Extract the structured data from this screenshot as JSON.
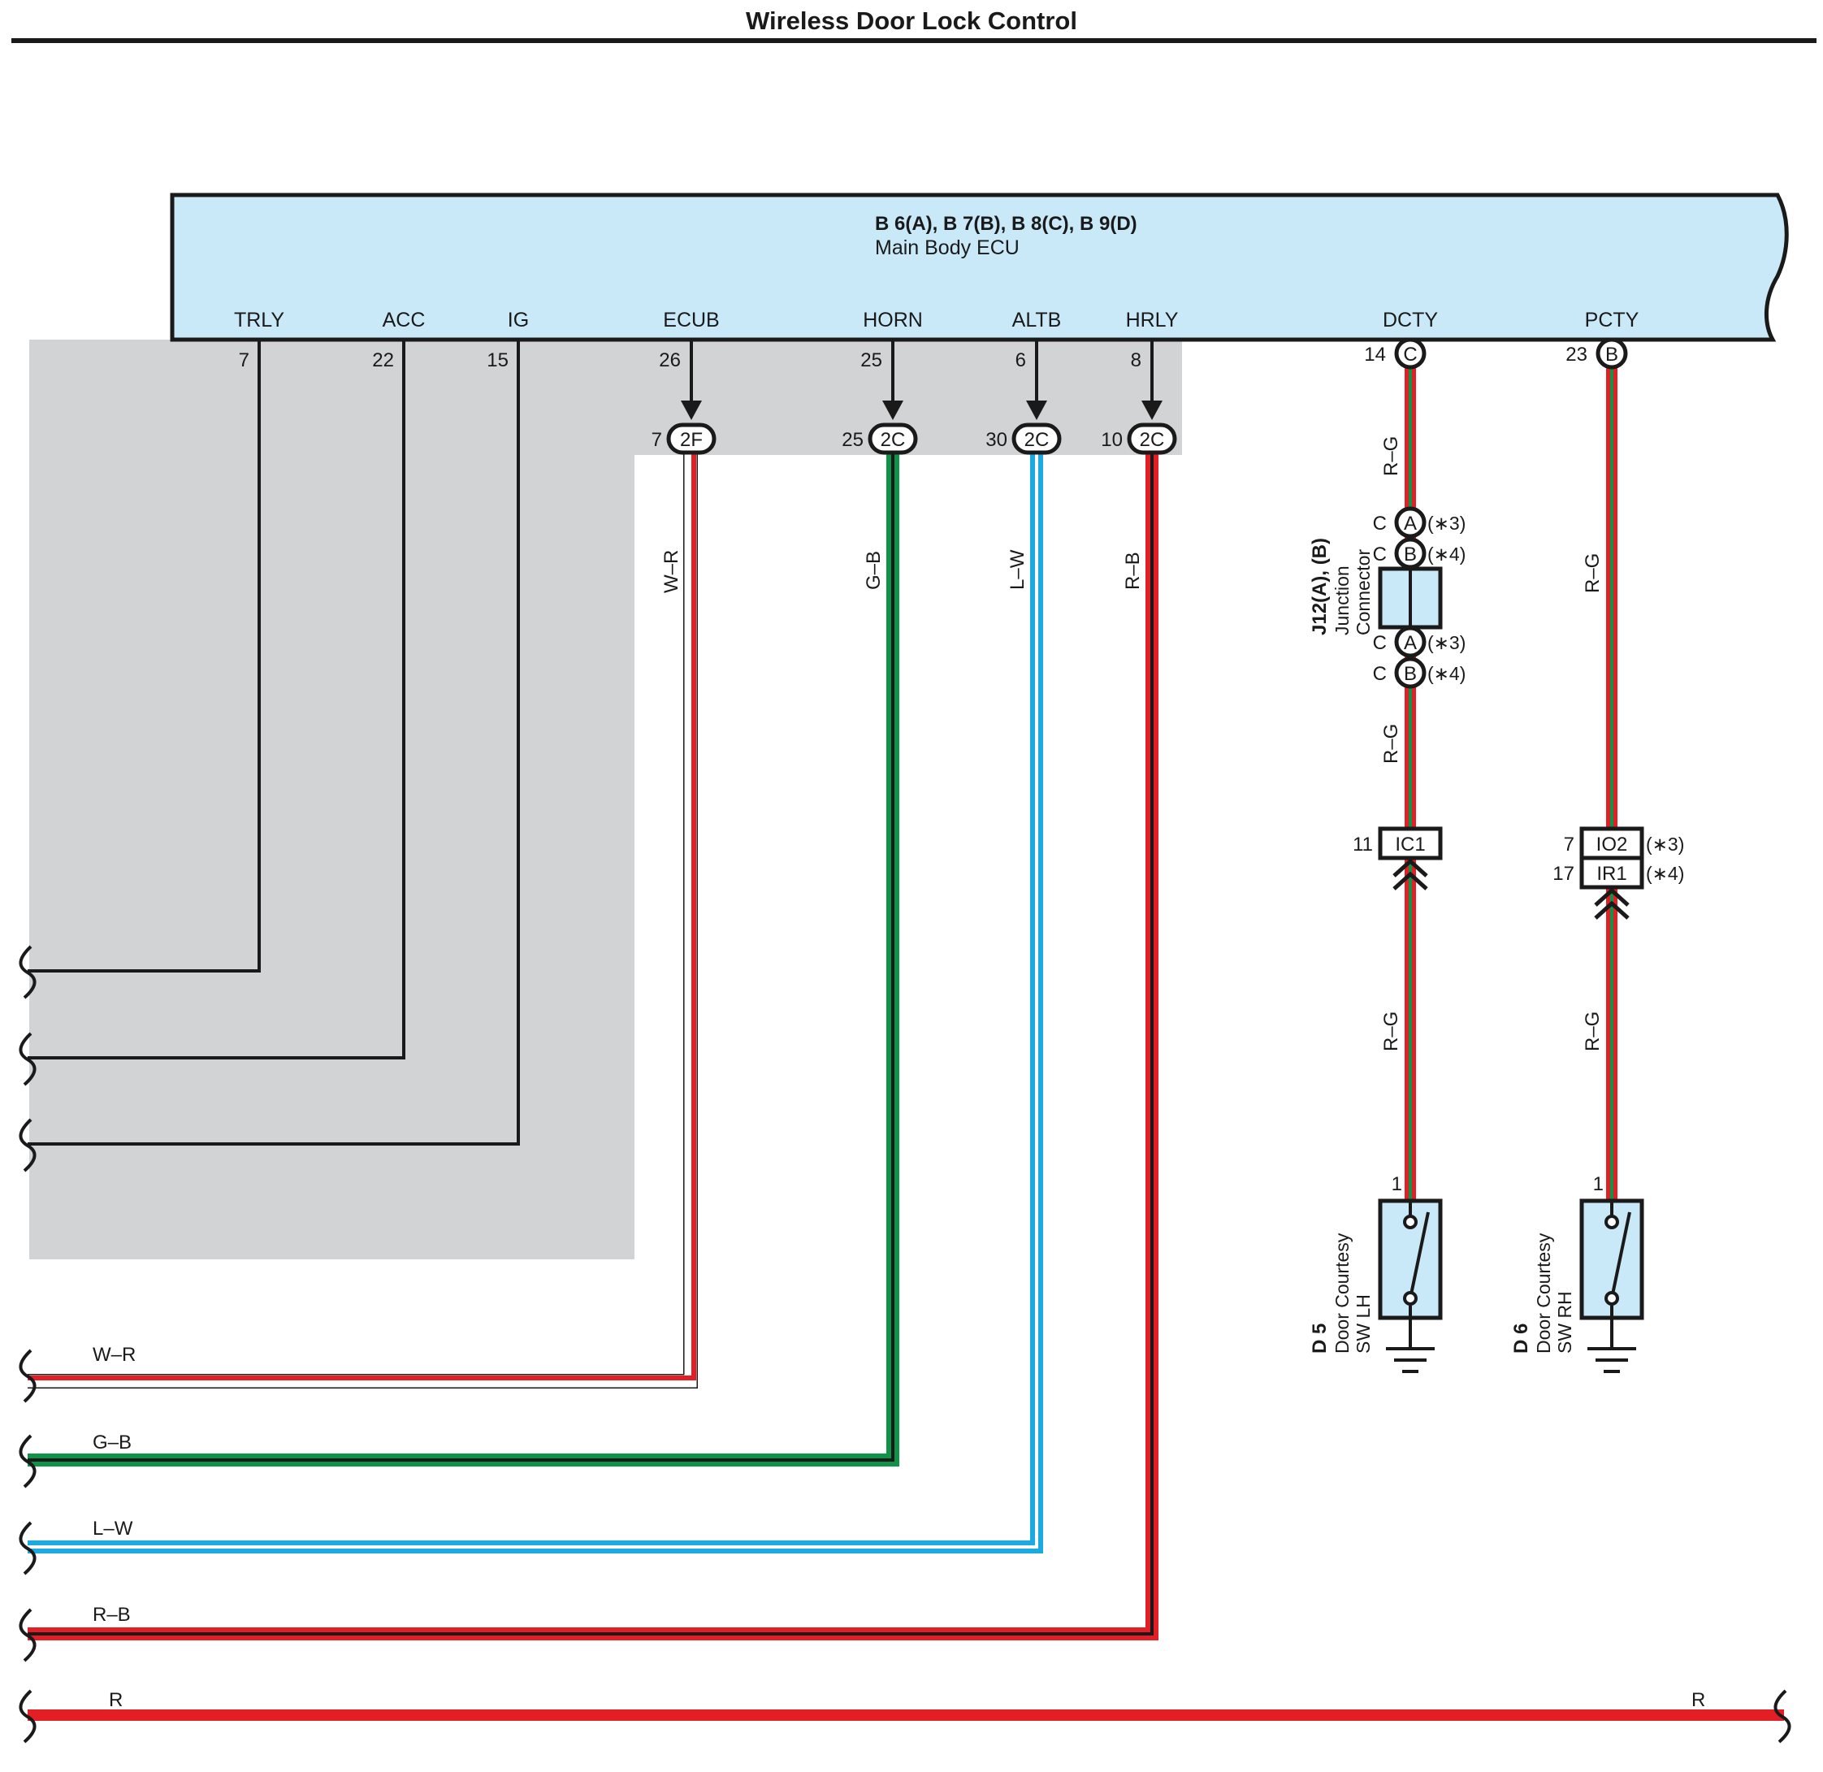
{
  "title": "Wireless Door Lock Control",
  "ecu": {
    "connectors": "B 6(A), B 7(B), B 8(C), B 9(D)",
    "name": "Main Body ECU",
    "pins": [
      {
        "name": "TRLY",
        "num": "7"
      },
      {
        "name": "ACC",
        "num": "22"
      },
      {
        "name": "IG",
        "num": "15"
      },
      {
        "name": "ECUB",
        "num": "26"
      },
      {
        "name": "HORN",
        "num": "25"
      },
      {
        "name": "ALTB",
        "num": "6"
      },
      {
        "name": "HRLY",
        "num": "8"
      },
      {
        "name": "DCTY",
        "num": "14",
        "conn": "C"
      },
      {
        "name": "PCTY",
        "num": "23",
        "conn": "B"
      }
    ]
  },
  "junctions": [
    {
      "id": "2F",
      "pin": "7"
    },
    {
      "id": "2C",
      "pin": "25"
    },
    {
      "id": "2C",
      "pin": "30"
    },
    {
      "id": "2C",
      "pin": "10"
    }
  ],
  "wires": {
    "wr": "W–R",
    "gb": "G–B",
    "lw": "L–W",
    "rb": "R–B",
    "rg": "R–G",
    "r": "R"
  },
  "junction_connector": {
    "code": "J12(A), (B)",
    "line1": "Junction",
    "line2": "Connector",
    "pin_letter": "C",
    "conn_a": "A",
    "conn_b": "B",
    "note3": "(∗3)",
    "note4": "(∗4)"
  },
  "connectors": {
    "ic1_pin": "11",
    "ic1": "IC1",
    "io2_pin": "7",
    "io2": "IO2",
    "ir1_pin": "17",
    "ir1": "IR1",
    "io2_note": "(∗3)",
    "ir1_note": "(∗4)"
  },
  "switches": [
    {
      "code": "D 5",
      "line1": "Door Courtesy",
      "line2": "SW LH",
      "pin": "1"
    },
    {
      "code": "D 6",
      "line1": "Door Courtesy",
      "line2": "SW RH",
      "pin": "1"
    }
  ],
  "colors": {
    "ecu_fill": "#c9e9f8",
    "shade": "#d2d3d5",
    "red": "#e31e24",
    "green": "#0f9447",
    "blue": "#1ba9e1",
    "black": "#1a1a1a"
  }
}
